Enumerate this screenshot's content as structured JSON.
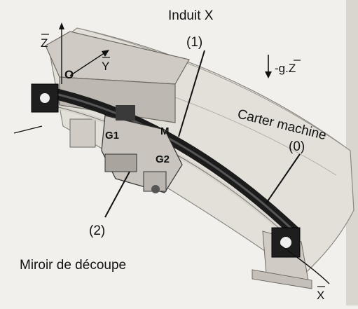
{
  "labels": {
    "induit": "Induit X",
    "induit_num": "(1)",
    "carter": "Carter machine",
    "carter_num": "(0)",
    "miroir_num": "(2)",
    "miroir": "Miroir de découpe",
    "gravity": "-g.Z",
    "point_O": "O",
    "point_M": "M",
    "point_G1": "G1",
    "point_G2": "G2",
    "axis_Z": "Z",
    "axis_Y": "Y",
    "axis_X": "X"
  },
  "colors": {
    "background": "#f2f0ec",
    "line": "#111111",
    "housing_light": "#d8d5cf",
    "housing_mid": "#bdb9b2",
    "rail_dark": "#1b1b1b"
  }
}
